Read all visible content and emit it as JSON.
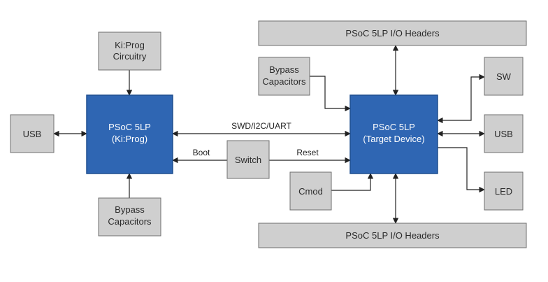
{
  "blocks": {
    "kiprog_circuitry": [
      "Ki:Prog",
      "Circuitry"
    ],
    "usb_left": "USB",
    "psoc_kiprog": [
      "PSoC 5LP",
      "(Ki:Prog)"
    ],
    "bypass_left": [
      "Bypass",
      "Capacitors"
    ],
    "switch": "Switch",
    "header_top": "PSoC 5LP I/O Headers",
    "bypass_right": [
      "Bypass",
      "Capacitors"
    ],
    "psoc_target": [
      "PSoC 5LP",
      "(Target Device)"
    ],
    "cmod": "Cmod",
    "header_bottom": "PSoC 5LP I/O Headers",
    "sw": "SW",
    "usb_right": "USB",
    "led": "LED"
  },
  "labels": {
    "swd": "SWD/I2C/UART",
    "boot": "Boot",
    "reset": "Reset"
  },
  "colors": {
    "block_gray": "#cfcfcf",
    "block_blue": "#2f66b3",
    "line": "#222222"
  }
}
